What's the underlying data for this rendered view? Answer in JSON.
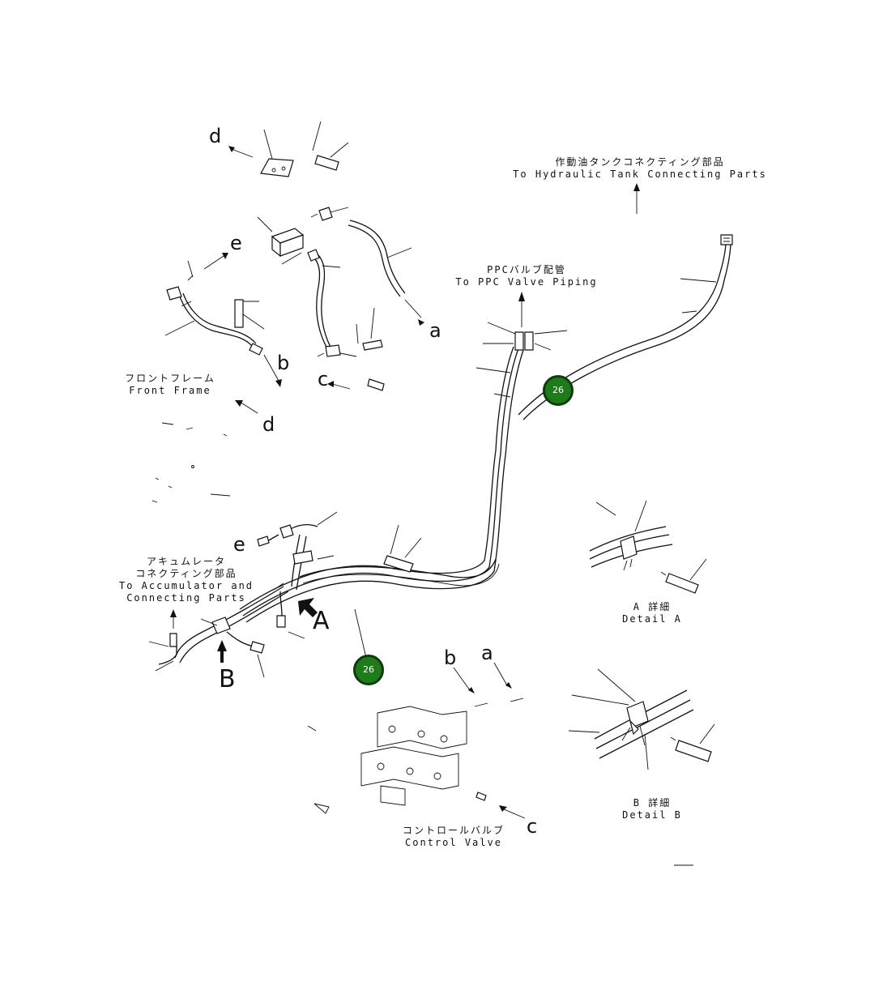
{
  "labels": {
    "hydraulic_tank_jp": "作動油タンクコネクティング部品",
    "hydraulic_tank_en": "To Hydraulic Tank Connecting Parts",
    "ppc_jp": "PPCバルブ配管",
    "ppc_en": "To PPC Valve Piping",
    "front_frame_jp": "フロントフレーム",
    "front_frame_en": "Front Frame",
    "accumulator_jp1": "アキュムレータ",
    "accumulator_jp2": "コネクティング部品",
    "accumulator_en1": "To Accumulator and",
    "accumulator_en2": "Connecting Parts",
    "detail_a_jp": "A 詳細",
    "detail_a_en": "Detail A",
    "detail_b_jp": "B 詳細",
    "detail_b_en": "Detail B",
    "control_valve_jp": "コントロールバルブ",
    "control_valve_en": "Control Valve"
  },
  "letters": {
    "d_top": "d",
    "e_top": "e",
    "a_top": "a",
    "b_top": "b",
    "c_top": "c",
    "d_mid": "d",
    "e_mid": "e",
    "A": "A",
    "B": "B",
    "b_low": "b",
    "a_low": "a",
    "c_low": "c"
  },
  "callouts": [
    {
      "number": "26"
    },
    {
      "number": "26"
    }
  ],
  "colors": {
    "callout_fill": "#1f7a1a",
    "callout_ring": "#0b3d0b",
    "line": "#111111"
  }
}
